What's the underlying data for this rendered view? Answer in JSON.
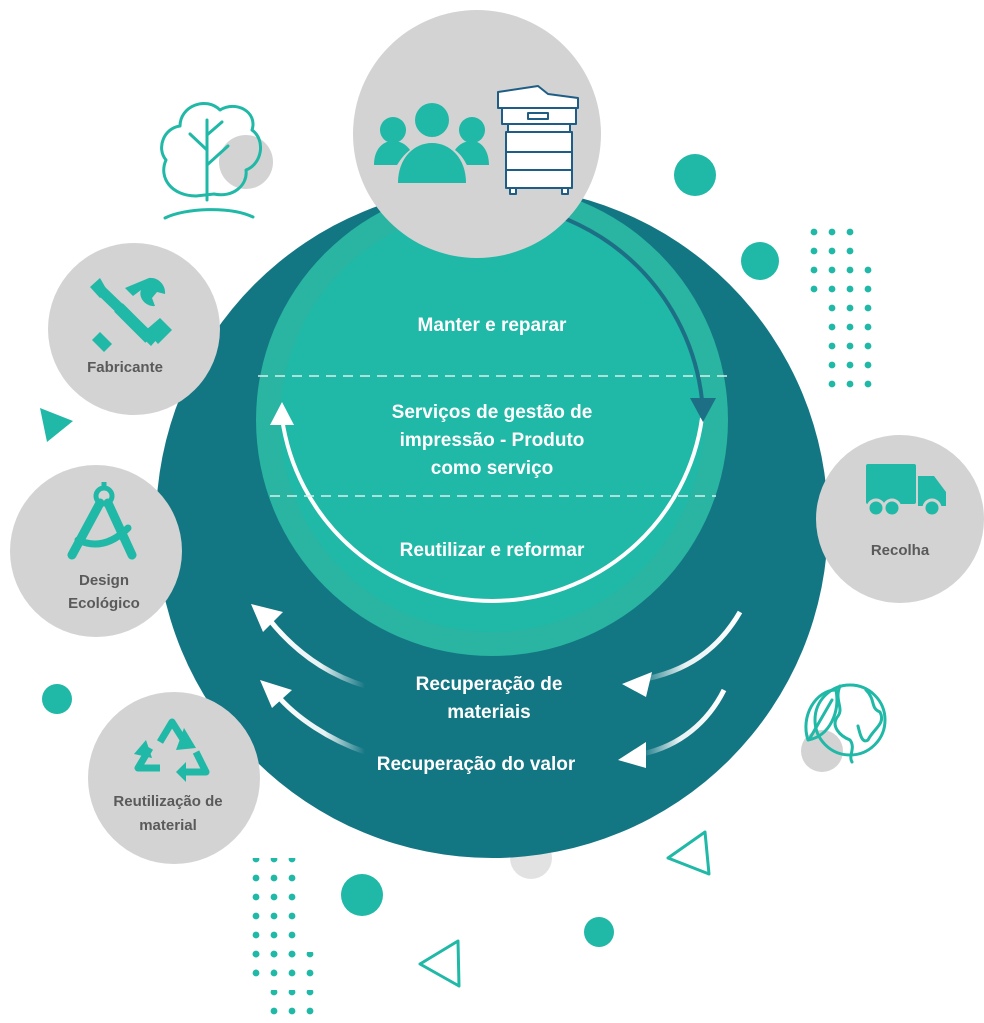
{
  "colors": {
    "outer_circle": "#137683",
    "mid_ring": "#2ab4a2",
    "inner_circle": "#20b8a6",
    "node_circle": "#d3d3d3",
    "accent": "#20b8a6",
    "icon_outline_dark": "#1e5e86",
    "label_white": "#ffffff",
    "label_gray": "#5a5a5a"
  },
  "inner_loop": {
    "stage1": "Manter e reparar",
    "stage2_line1": "Serviços de gestão de",
    "stage2_line2": "impressão - Produto",
    "stage2_line3": "como serviço",
    "stage3": "Reutilizar e reformar"
  },
  "outer_loops": {
    "materials_line1": "Recuperação de",
    "materials_line2": "materiais",
    "value": "Recuperação do valor"
  },
  "nodes": {
    "top": {
      "icons": [
        "people-icon",
        "printer-icon"
      ]
    },
    "manufacturer": {
      "label": "Fabricante",
      "icon": "tools-icon"
    },
    "eco_design": {
      "label_line1": "Design",
      "label_line2": "Ecológico",
      "icon": "compass-icon"
    },
    "material_reuse": {
      "label_line1": "Reutilização de",
      "label_line2": "material",
      "icon": "recycle-icon"
    },
    "collection": {
      "label": "Recolha",
      "icon": "truck-icon"
    }
  },
  "decorations": [
    "tree-icon",
    "globe-leaf-icon",
    "dot-grid",
    "triangle-outline",
    "teal-dot",
    "gray-dot"
  ]
}
